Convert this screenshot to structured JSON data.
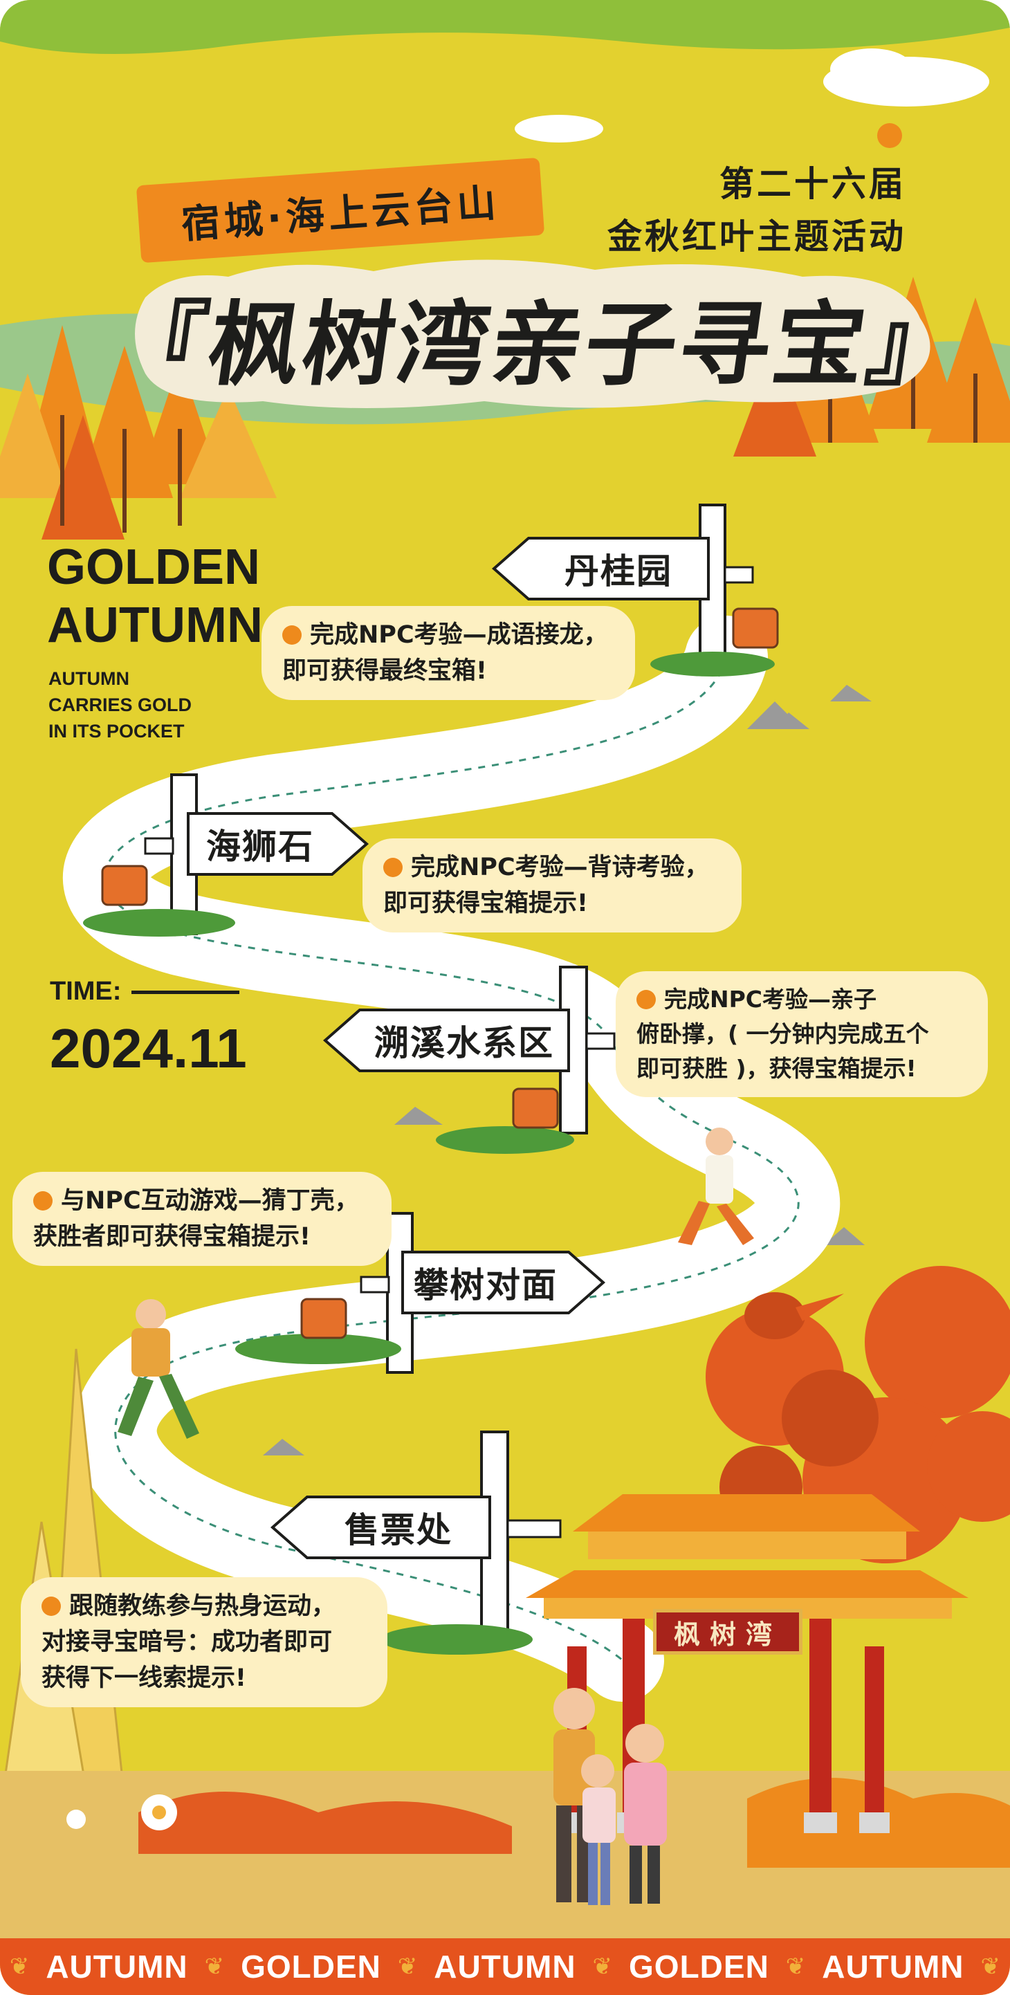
{
  "event": {
    "location": "宿城·海上云台山",
    "edition_line1": "第二十六届",
    "edition_line2": "金秋红叶主题活动",
    "title": "『枫树湾亲子寻宝』"
  },
  "slogan": {
    "line1": "GOLDEN",
    "line2": "AUTUMN",
    "sub1": "AUTUMN",
    "sub2": "CARRIES GOLD",
    "sub3": "IN ITS POCKET"
  },
  "time": {
    "label": "TIME:",
    "value": "2024.11"
  },
  "stations": [
    {
      "sign": "丹桂园",
      "task_line1": "完成NPC考验—成语接龙，",
      "task_line2": "即可获得最终宝箱!",
      "task_line3": ""
    },
    {
      "sign": "海狮石",
      "task_line1": "完成NPC考验—背诗考验，",
      "task_line2": "即可获得宝箱提示!",
      "task_line3": ""
    },
    {
      "sign": "溯溪水系区",
      "task_line1": "完成NPC考验—亲子",
      "task_line2": "俯卧撑，( 一分钟内完成五个",
      "task_line3": "即可获胜 )，获得宝箱提示!"
    },
    {
      "sign": "攀树对面",
      "task_line1": "与NPC互动游戏—猜丁壳，",
      "task_line2": "获胜者即可获得宝箱提示!",
      "task_line3": ""
    },
    {
      "sign": "售票处",
      "task_line1": "跟随教练参与热身运动，",
      "task_line2": "对接寻宝暗号：成功者即可",
      "task_line3": "获得下一线索提示!"
    }
  ],
  "gate_plaque": "枫树湾",
  "bottom_band": [
    "AUTUMN",
    "GOLDEN",
    "AUTUMN",
    "GOLDEN",
    "AUTUMN"
  ],
  "colors": {
    "background": "#e3d12f",
    "accent_orange": "#f08a1e",
    "band_red": "#e5531d",
    "bubble": "#fdf0c2",
    "text_dark": "#1d1d1b"
  }
}
